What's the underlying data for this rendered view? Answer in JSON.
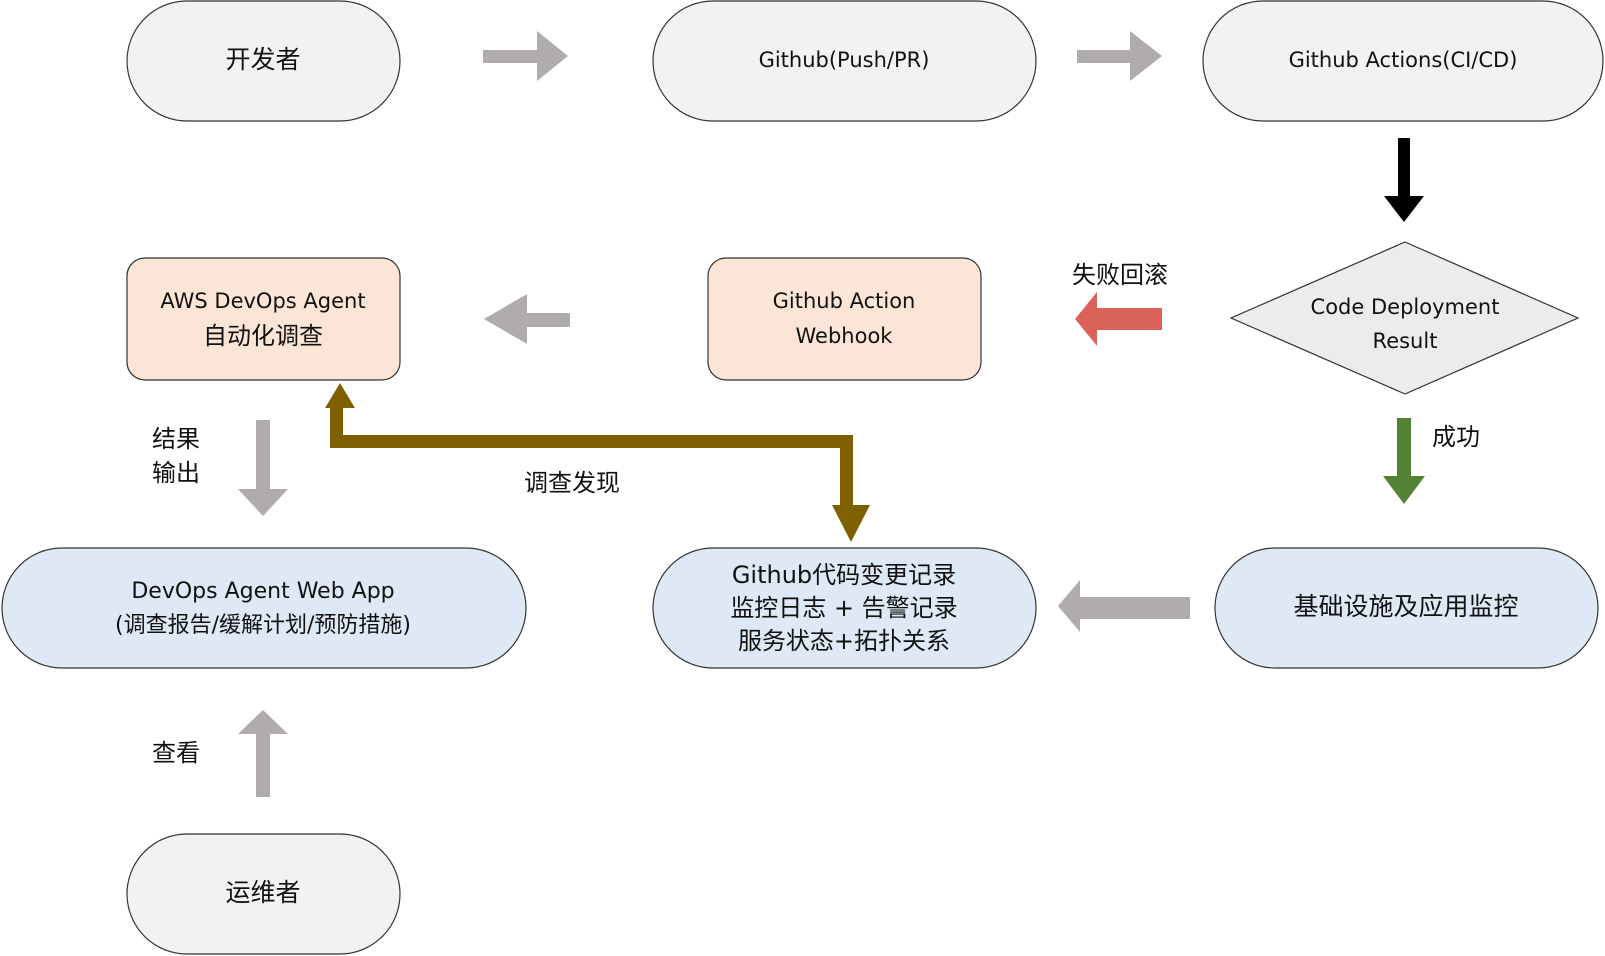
{
  "colors": {
    "gray_fill": "#f2f2f2",
    "peach_fill": "#fbe5d6",
    "blue_fill": "#dee9f5",
    "stroke": "#333333",
    "gray_arrow": "#b0acab",
    "black_arrow": "#000000",
    "red_arrow": "#d9625a",
    "green_arrow": "#548235",
    "olive_arrow": "#7f6000"
  },
  "nodes": {
    "developer": {
      "lines": [
        "开发者"
      ]
    },
    "github_push": {
      "lines": [
        "Github(Push/PR)"
      ]
    },
    "github_actions": {
      "lines": [
        "Github Actions(CI/CD)"
      ]
    },
    "deploy_result": {
      "lines": [
        "Code Deployment",
        "Result"
      ]
    },
    "webhook": {
      "lines": [
        "Github Action",
        "Webhook"
      ]
    },
    "devops_agent": {
      "lines": [
        "AWS DevOps Agent",
        "自动化调查"
      ]
    },
    "infra_monitor": {
      "lines": [
        "基础设施及应用监控"
      ]
    },
    "evidence": {
      "lines": [
        "Github代码变更记录",
        "监控日志 + 告警记录",
        "服务状态+拓扑关系"
      ]
    },
    "web_app": {
      "lines": [
        "DevOps Agent Web App",
        "(调查报告/缓解计划/预防措施)"
      ]
    },
    "operator": {
      "lines": [
        "运维者"
      ]
    }
  },
  "labels": {
    "rollback": "失败回滚",
    "success": "成功",
    "result_output_1": "结果",
    "result_output_2": "输出",
    "investigation_findings": "调查发现",
    "view": "查看"
  }
}
